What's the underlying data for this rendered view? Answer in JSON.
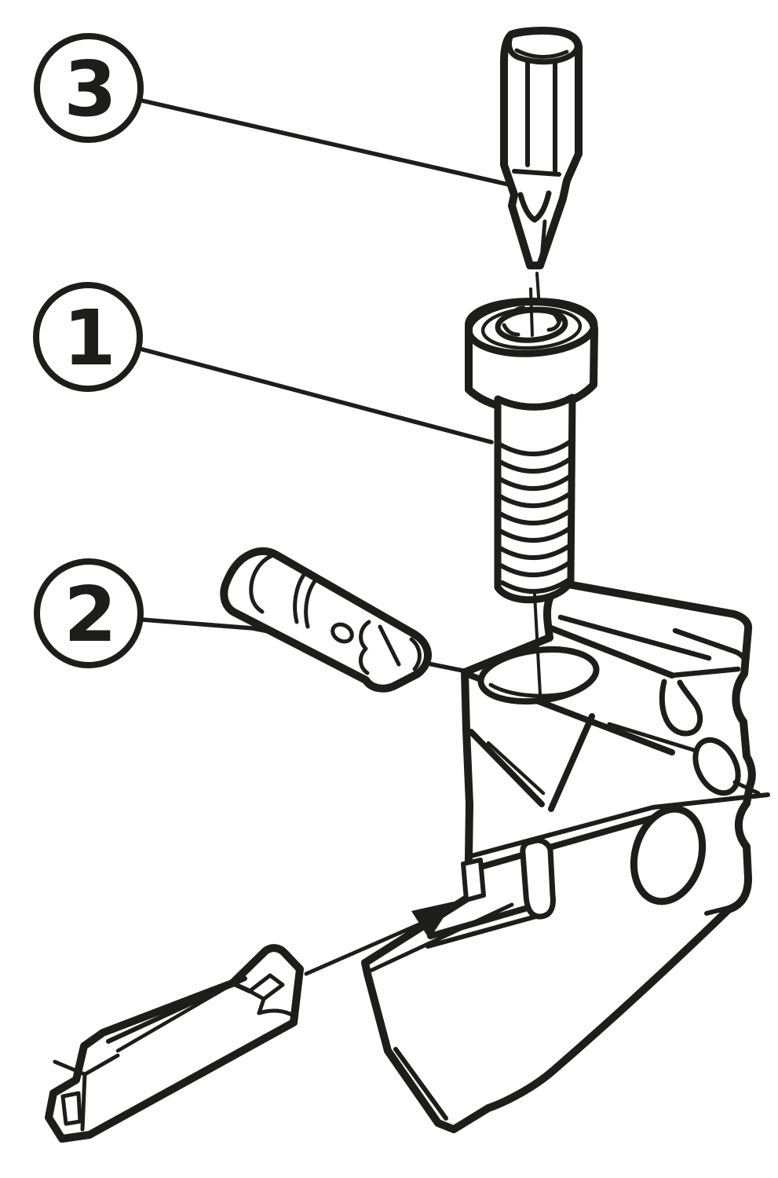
{
  "diagram": {
    "kind": "exploded-assembly-line-drawing",
    "background_color": "#ffffff",
    "line_color": "#1d1d1b",
    "callouts": [
      {
        "label": "3",
        "target": "torx-driver-bit"
      },
      {
        "label": "1",
        "target": "clamp-screw"
      },
      {
        "label": "2",
        "target": "locating-pin"
      }
    ],
    "parts": {
      "bit": "torx-driver-bit",
      "screw": "socket-head-clamp-screw",
      "pin": "locating-pin-plug",
      "body": "grooving-tool-holder-body",
      "insert": "grooving-insert",
      "arrow": "insert-mounting-arrow"
    }
  }
}
